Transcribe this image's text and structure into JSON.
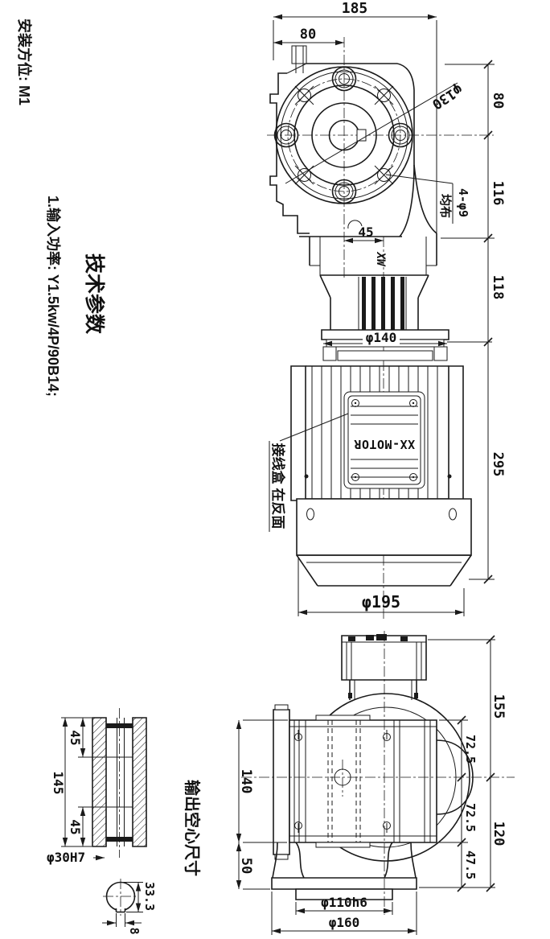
{
  "drawing": {
    "type": "engineering-drawing",
    "subject": "worm-gear-motor",
    "colors": {
      "ink": "#1a1a1a",
      "paper": "#ffffff"
    }
  },
  "notes": {
    "mounting": "安装方位: M1",
    "tech_title": "技术参数",
    "tech_item1": "1.输入功率: Y1.5kw/4P/90B14;",
    "junction_box": "接线盒 在反面",
    "output_hollow": "输出空心尺寸",
    "brand": "XX-MOTOR",
    "logo": "XW"
  },
  "front_view": {
    "dims": {
      "total_width": "185",
      "left_to_axis": "80",
      "bolt_circle": "φ130",
      "top_to_center": "80",
      "center_to_bottom": "116",
      "holes": "4-φ9",
      "holes_layout": "均布",
      "axis_offset": "45",
      "housing_to_flange": "118",
      "motor_flange": "φ140",
      "motor_length": "295",
      "fan_cover": "φ195"
    }
  },
  "side_view": {
    "dims": {
      "height_top": "155",
      "half_upper": "72.5",
      "half_lower": "72.5",
      "height_bottom": "120",
      "foot_height": "47.5",
      "body_width": "140",
      "base_width": "50",
      "spigot": "φ110h6",
      "flange": "φ160"
    }
  },
  "shaft_view": {
    "dims": {
      "upper_depth": "45",
      "total_length": "145",
      "lower_depth": "45",
      "bore": "φ30H7",
      "key_height": "33.3",
      "key_width": "8"
    }
  }
}
